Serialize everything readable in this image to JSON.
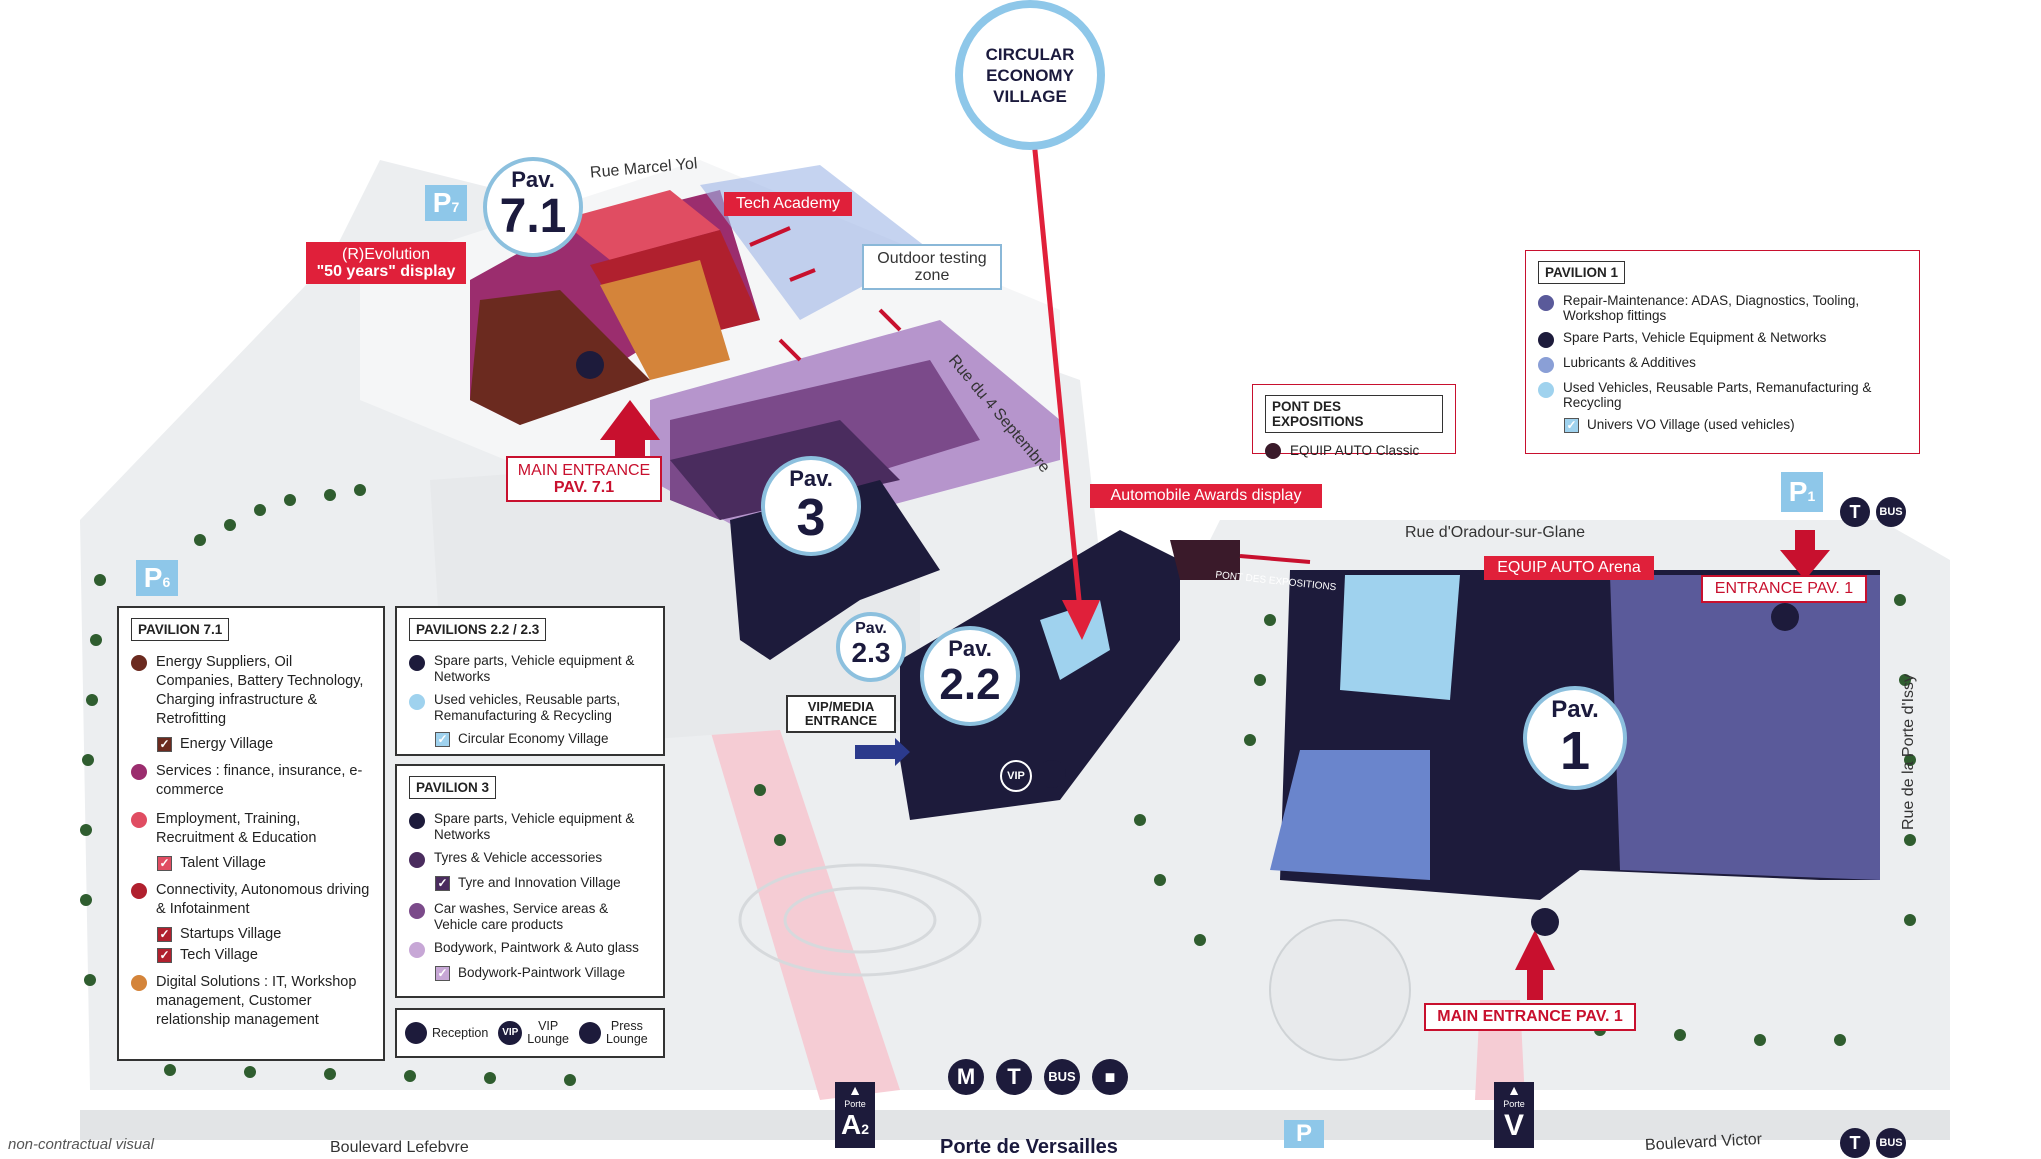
{
  "circular_village": {
    "line1": "CIRCULAR",
    "line2": "ECONOMY",
    "line3": "VILLAGE"
  },
  "pavilions": {
    "p71": {
      "label": "Pav.",
      "number": "7.1"
    },
    "p3": {
      "label": "Pav.",
      "number": "3"
    },
    "p23": {
      "label": "Pav.",
      "number": "2.3"
    },
    "p22": {
      "label": "Pav.",
      "number": "2.2"
    },
    "p1": {
      "label": "Pav.",
      "number": "1"
    }
  },
  "callouts": {
    "tech_academy": "Tech Academy",
    "revolution_line1": "(R)Evolution",
    "revolution_line2": "\"50 years\" display",
    "outdoor_line1": "Outdoor testing",
    "outdoor_line2": "zone",
    "main_entrance_71_line1": "MAIN ENTRANCE",
    "main_entrance_71_line2": "PAV. 7.1",
    "automobile_awards": "Automobile Awards display",
    "equip_auto_arena": "EQUIP AUTO Arena",
    "entrance_pav1": "ENTRANCE PAV. 1",
    "main_entrance_pav1": "MAIN ENTRANCE  PAV. 1",
    "vip_media_line1": "VIP/MEDIA",
    "vip_media_line2": "ENTRANCE",
    "pont_bridge": "PONT DES EXPOSITIONS"
  },
  "streets": {
    "marcel_yol": "Rue Marcel Yol",
    "quatre_septembre": "Rue du 4 Septembre",
    "oradour": "Rue d'Oradour-sur-Glane",
    "porte_issy": "Rue de la Porte d'Issy",
    "lefebvre": "Boulevard Lefebvre",
    "victor": "Boulevard Victor",
    "porte_versailles": "Porte de Versailles"
  },
  "parking": {
    "p7": "P",
    "p7_sub": "7",
    "p6": "P",
    "p6_sub": "6",
    "p1": "P",
    "p1_sub": "1",
    "p_main": "P"
  },
  "portes": {
    "a2_small": "Porte",
    "a2": "A",
    "a2_sub": "2",
    "v_small": "Porte",
    "v": "V"
  },
  "transport": {
    "metro": "M",
    "tram": "T",
    "bus": "BUS"
  },
  "footer_note": "non-contractual visual",
  "legend_pav71": {
    "title": "PAVILION 7.1",
    "items": [
      {
        "color": "#6b2a1f",
        "text": "Energy Suppliers, Oil Companies, Battery Technology, Charging infrastructure & Retrofitting",
        "sub": "Energy Village"
      },
      {
        "color": "#9b2d6e",
        "text": "Services : finance, insurance, e-commerce",
        "sub": ""
      },
      {
        "color": "#e04d62",
        "text": "Employment, Training, Recruitment & Education",
        "sub": "Talent Village"
      },
      {
        "color": "#b0202e",
        "text": "Connectivity, Autonomous driving & Infotainment",
        "sub": "Startups Village",
        "sub2": "Tech Village"
      },
      {
        "color": "#d4843a",
        "text": "Digital Solutions : IT, Workshop management, Customer relationship management",
        "sub": ""
      }
    ]
  },
  "legend_pav22": {
    "title": "PAVILIONS 2.2 / 2.3",
    "items": [
      {
        "color": "#1d1b3b",
        "text": "Spare parts, Vehicle equipment & Networks",
        "sub": ""
      },
      {
        "color": "#9fd2ee",
        "text": "Used vehicles, Reusable parts, Remanufacturing & Recycling",
        "sub": "Circular Economy Village"
      }
    ]
  },
  "legend_pav3": {
    "title": "PAVILION 3",
    "items": [
      {
        "color": "#1d1b3b",
        "text": "Spare parts, Vehicle equipment & Networks",
        "sub": ""
      },
      {
        "color": "#4a2c5e",
        "text": "Tyres & Vehicle accessories",
        "sub": "Tyre and Innovation Village"
      },
      {
        "color": "#7b4a8a",
        "text": "Car washes, Service areas & Vehicle care products",
        "sub": ""
      },
      {
        "color": "#c7a7d6",
        "text": "Bodywork, Paintwork & Auto glass",
        "sub": "Bodywork-Paintwork Village"
      }
    ]
  },
  "legend_services": {
    "reception": "Reception",
    "vip_line1": "VIP",
    "vip_line2": "Lounge",
    "press_line1": "Press",
    "press_line2": "Lounge",
    "vip_badge": "VIP"
  },
  "legend_pont": {
    "title": "PONT DES EXPOSITIONS",
    "items": [
      {
        "color": "#3a1a2a",
        "text": "EQUIP AUTO Classic"
      }
    ]
  },
  "legend_pav1": {
    "title": "PAVILION 1",
    "items": [
      {
        "color": "#5a5a9a",
        "text": "Repair-Maintenance: ADAS, Diagnostics, Tooling, Workshop fittings",
        "sub": ""
      },
      {
        "color": "#1d1b3b",
        "text": "Spare Parts, Vehicle Equipment & Networks",
        "sub": ""
      },
      {
        "color": "#8a9fd6",
        "text": "Lubricants & Additives",
        "sub": ""
      },
      {
        "color": "#9fd2ee",
        "text": "Used Vehicles, Reusable Parts, Remanufacturing & Recycling",
        "sub": "Univers VO Village (used vehicles)"
      }
    ]
  },
  "colors": {
    "navy": "#1d1b3b",
    "accent_red": "#e0203a",
    "light_blue": "#8ec7e9"
  }
}
